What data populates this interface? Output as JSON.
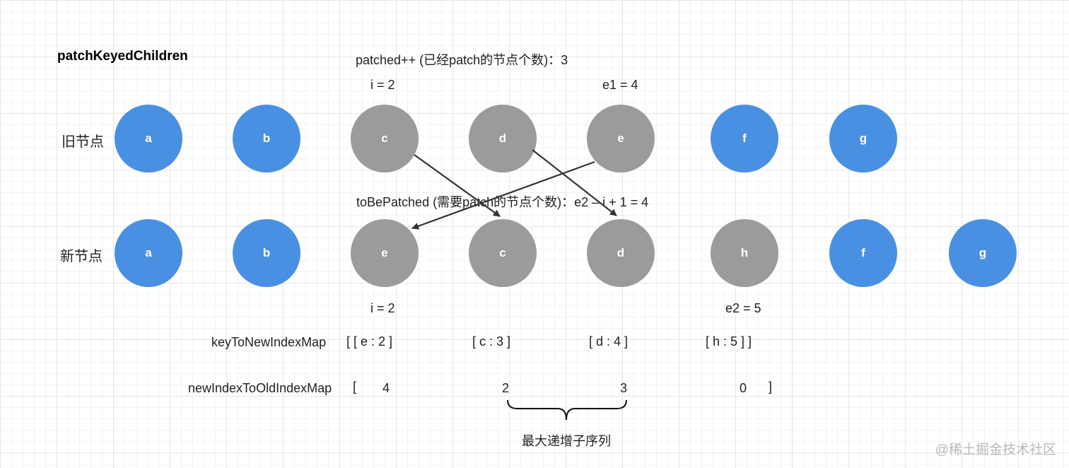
{
  "title": "patchKeyedChildren",
  "patched_label": "patched++ (已经patch的节点个数)：3",
  "old_i_label": "i = 2",
  "e1_label": "e1 = 4",
  "old_row_label": "旧节点",
  "new_row_label": "新节点",
  "to_be_patched_label": "toBePatched (需要patch的节点个数)：e2 – i + 1 = 4",
  "old_nodes": [
    "a",
    "b",
    "c",
    "d",
    "e",
    "f",
    "g"
  ],
  "old_node_states": [
    "same",
    "same",
    "range",
    "range",
    "range",
    "same",
    "same"
  ],
  "new_nodes": [
    "a",
    "b",
    "e",
    "c",
    "d",
    "h",
    "f",
    "g"
  ],
  "new_node_states": [
    "same",
    "same",
    "range",
    "range",
    "range",
    "range",
    "same",
    "same"
  ],
  "new_i_label": "i = 2",
  "e2_label": "e2 = 5",
  "map": {
    "key_label": "keyToNewIndexMap",
    "key_entries": [
      "[ [ e  :  2 ]",
      "[  c  :  3  ]",
      "[  d   : 4 ]",
      "[  h  :   5  ] ]"
    ],
    "index_label": "newIndexToOldIndexMap",
    "index_open": "[",
    "index_values": [
      "4",
      "2",
      "3",
      "0"
    ],
    "index_close": "]"
  },
  "lis_label": "最大递增子序列",
  "watermark": "@稀土掘金技术社区",
  "colors": {
    "same": "#4a90e2",
    "range": "#9b9b9b",
    "arrow": "#333333"
  }
}
